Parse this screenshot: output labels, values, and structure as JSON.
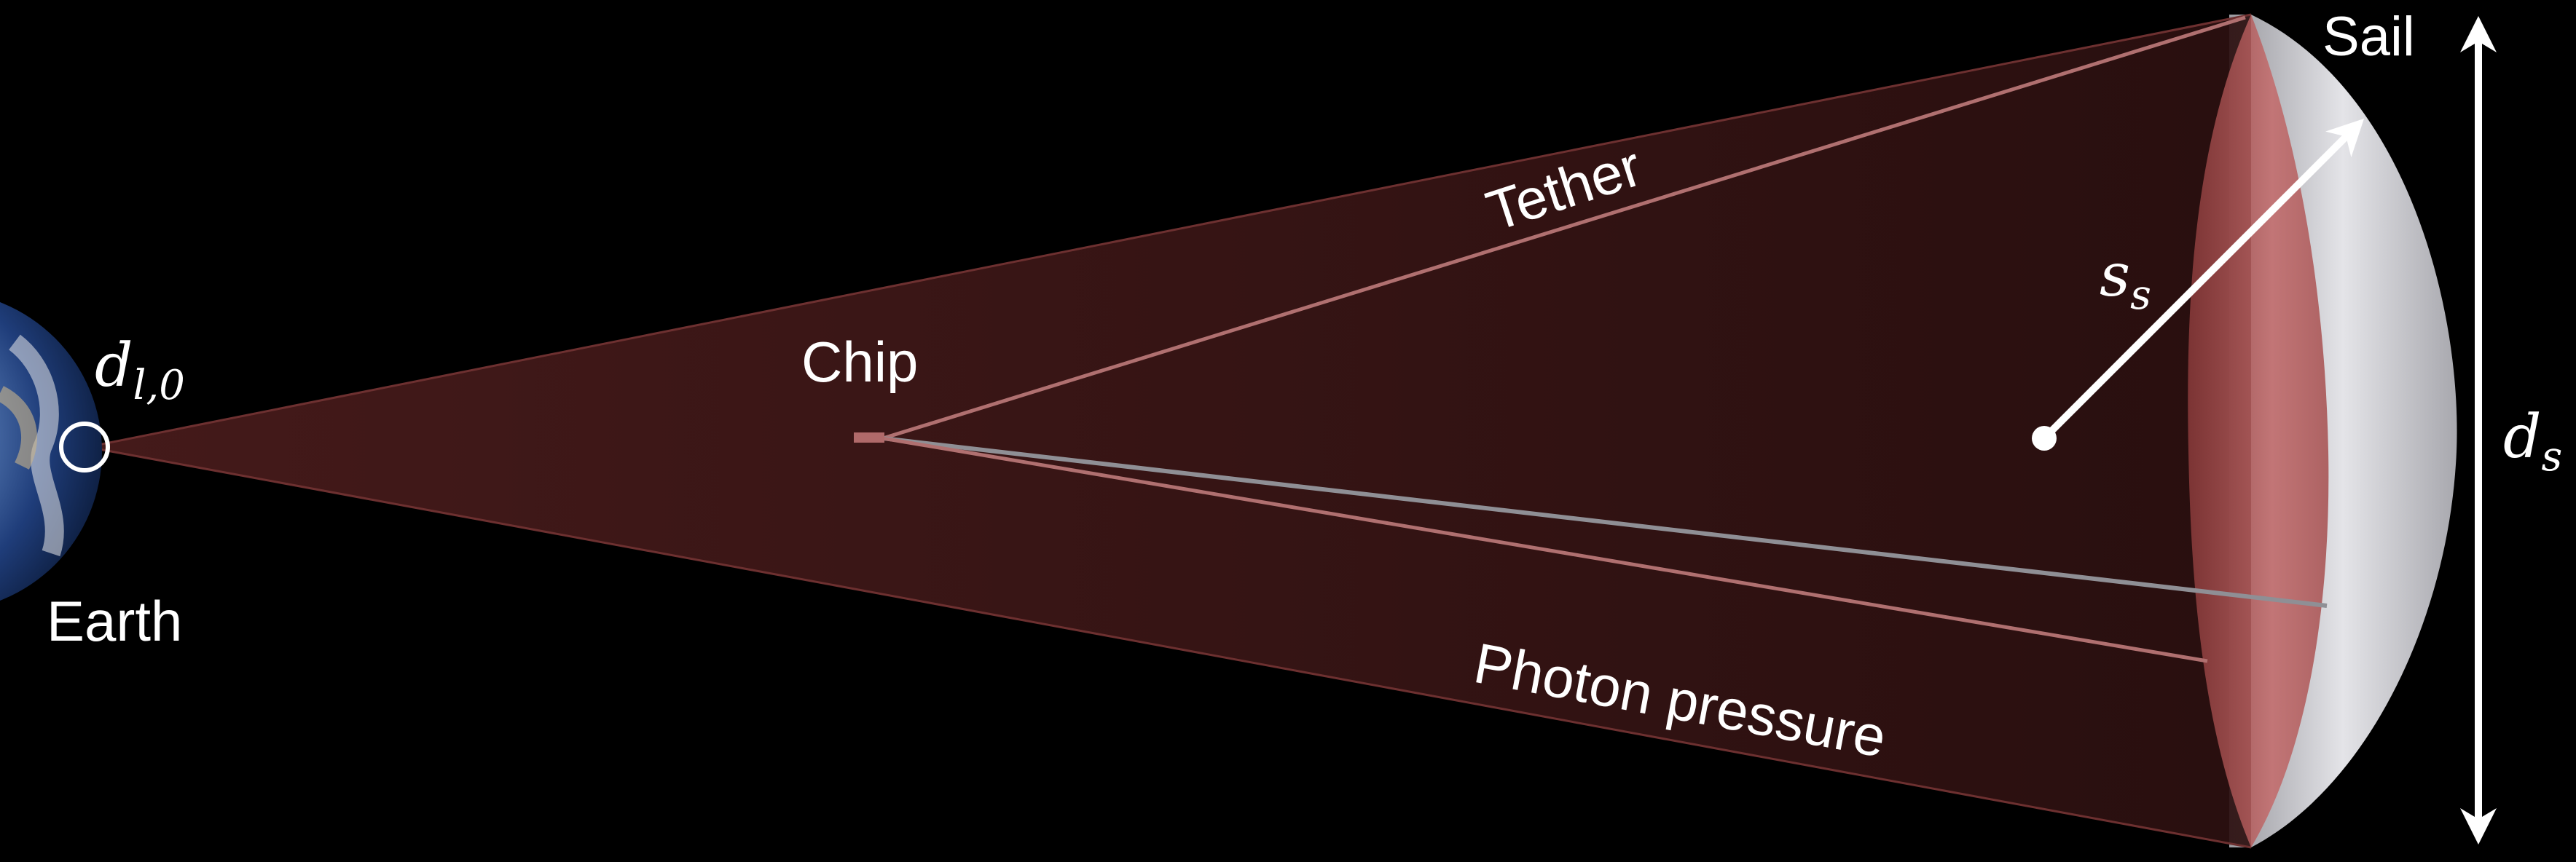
{
  "labels": {
    "earth": "Earth",
    "chip": "Chip",
    "tether": "Tether",
    "sail": "Sail",
    "photon_pressure": "Photon pressure"
  },
  "symbols": {
    "beam_diameter": {
      "base": "d",
      "sub": "l,0"
    },
    "sail_radius": {
      "base": "s",
      "sub": "s"
    },
    "sail_diameter": {
      "base": "d",
      "sub": "s"
    }
  },
  "colors": {
    "background": "#000000",
    "beam": "#3a1414",
    "beam_edge": "#7a3a3a",
    "tether": "#b07070",
    "sail_front": "#b85e5e",
    "sail_back": "#d8d8dc",
    "arrows": "#ffffff"
  },
  "icons": {
    "earth": "earth-globe-icon",
    "laser_aperture": "circle-marker-icon",
    "radius_arrow": "arrow-icon",
    "diameter_arrow": "double-arrow-icon"
  }
}
